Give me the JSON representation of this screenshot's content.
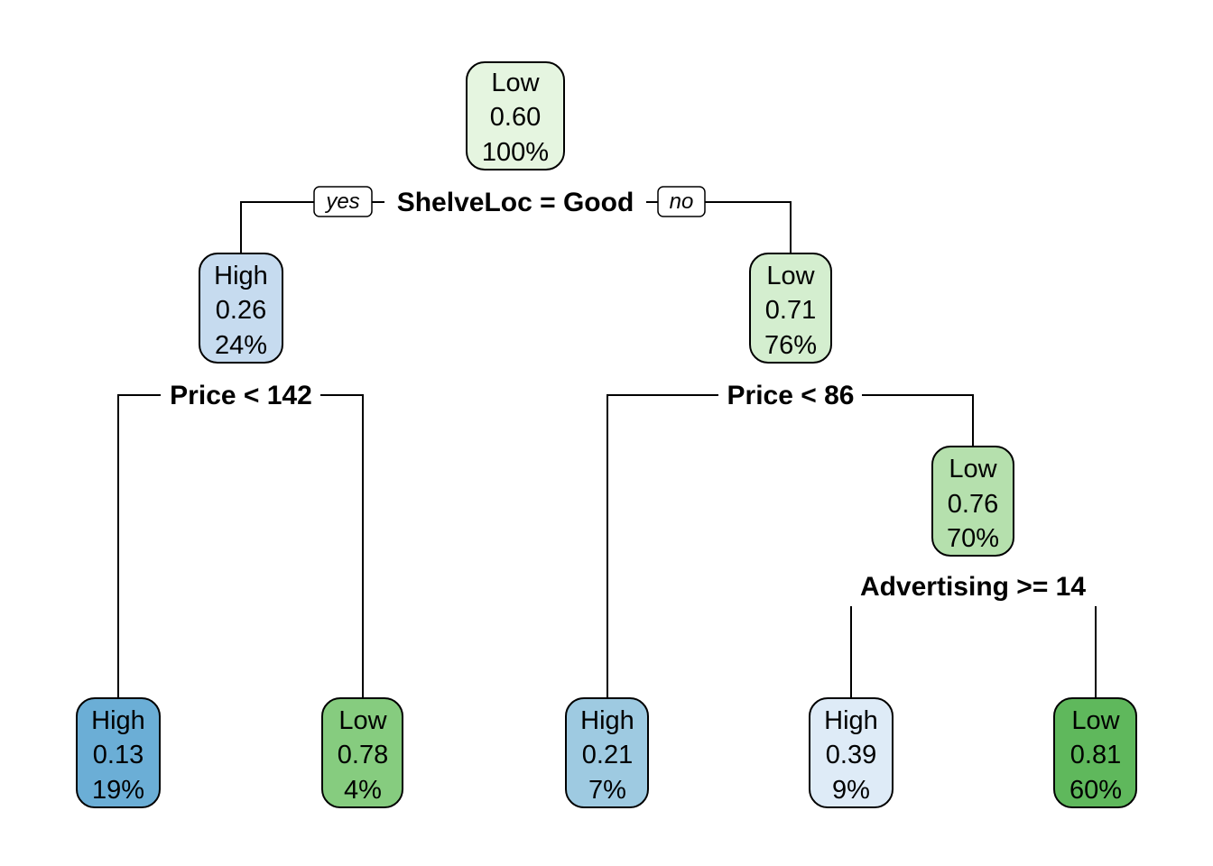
{
  "colors": {
    "high_dark": "#6baed6",
    "high_mid": "#9ecae1",
    "high_light": "#c6dbef",
    "high_lightest": "#deebf7",
    "low_lightest": "#e5f5e0",
    "low_light": "#d4eecf",
    "low_mid": "#b5e0ad",
    "low_dark": "#86cc7f",
    "low_darkest": "#5fb85c"
  },
  "edge_labels": {
    "yes": "yes",
    "no": "no"
  },
  "splits": [
    {
      "id": "split-root",
      "text": "ShelveLoc = Good"
    },
    {
      "id": "split-left",
      "text": "Price < 142"
    },
    {
      "id": "split-right",
      "text": "Price < 86"
    },
    {
      "id": "split-right-right",
      "text": "Advertising >= 14"
    }
  ],
  "nodes": [
    {
      "id": "root",
      "class": "Low",
      "prob": "0.60",
      "pct": "100%",
      "color": "low_lightest"
    },
    {
      "id": "n-left",
      "class": "High",
      "prob": "0.26",
      "pct": "24%",
      "color": "high_light"
    },
    {
      "id": "n-right",
      "class": "Low",
      "prob": "0.71",
      "pct": "76%",
      "color": "low_light"
    },
    {
      "id": "n-right-right",
      "class": "Low",
      "prob": "0.76",
      "pct": "70%",
      "color": "low_mid"
    },
    {
      "id": "leaf-1",
      "class": "High",
      "prob": "0.13",
      "pct": "19%",
      "color": "high_dark"
    },
    {
      "id": "leaf-2",
      "class": "Low",
      "prob": "0.78",
      "pct": "4%",
      "color": "low_dark"
    },
    {
      "id": "leaf-3",
      "class": "High",
      "prob": "0.21",
      "pct": "7%",
      "color": "high_mid"
    },
    {
      "id": "leaf-4",
      "class": "High",
      "prob": "0.39",
      "pct": "9%",
      "color": "high_lightest"
    },
    {
      "id": "leaf-5",
      "class": "Low",
      "prob": "0.81",
      "pct": "60%",
      "color": "low_darkest"
    }
  ]
}
